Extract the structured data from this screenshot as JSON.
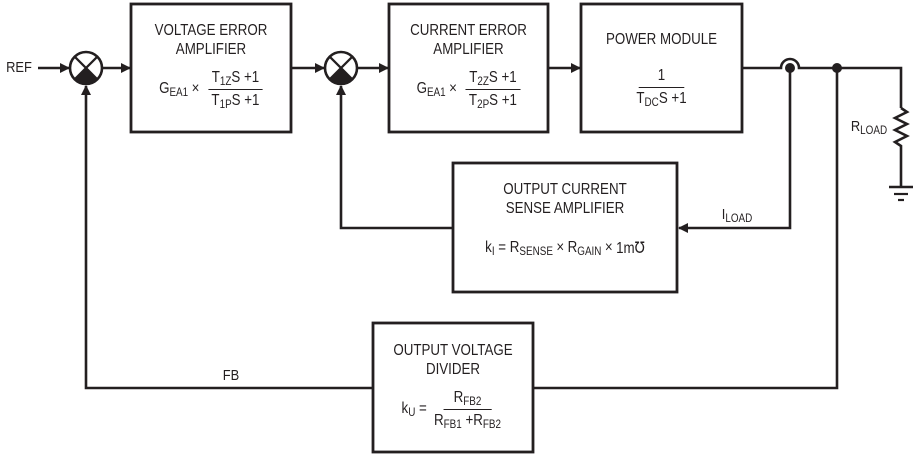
{
  "diagram": {
    "colors": {
      "line": "#231f20",
      "background": "#ffffff"
    },
    "signals": {
      "ref": "REF",
      "fb": "FB",
      "iload_main": "I",
      "iload_sub": "LOAD",
      "rload_main": "R",
      "rload_sub": "LOAD"
    },
    "blocks": {
      "voltage_error_amp": {
        "title_line1": "VOLTAGE ERROR",
        "title_line2": "AMPLIFIER",
        "gain_main": "G",
        "gain_sub": "EA1",
        "times": "×",
        "num_t": "T",
        "num_sub": "1Z",
        "num_rest": "S +1",
        "den_t": "T",
        "den_sub": "1P",
        "den_rest": "S +1"
      },
      "current_error_amp": {
        "title_line1": "CURRENT ERROR",
        "title_line2": "AMPLIFIER",
        "gain_main": "G",
        "gain_sub": "EA1",
        "times": "×",
        "num_t": "T",
        "num_sub": "2Z",
        "num_rest": "S +1",
        "den_t": "T",
        "den_sub": "2P",
        "den_rest": "S +1"
      },
      "power_module": {
        "title_line1": "POWER MODULE",
        "num": "1",
        "den_t": "T",
        "den_sub": "DC",
        "den_rest": "S +1"
      },
      "current_sense_amp": {
        "title_line1": "OUTPUT CURRENT",
        "title_line2": "SENSE AMPLIFIER",
        "k_main": "k",
        "k_sub": "I",
        "eq": " = ",
        "r1_main": "R",
        "r1_sub": "SENSE",
        "times1": "×",
        "r2_main": "R",
        "r2_sub": "GAIN",
        "times2": "×",
        "tail": "1m℧"
      },
      "voltage_divider": {
        "title_line1": "OUTPUT VOLTAGE",
        "title_line2": "DIVIDER",
        "k_main": "k",
        "k_sub": "U",
        "eq": " = ",
        "num_main": "R",
        "num_sub": "FB2",
        "den_a_main": "R",
        "den_a_sub": "FB1",
        "den_plus": " +",
        "den_b_main": "R",
        "den_b_sub": "FB2"
      }
    }
  }
}
